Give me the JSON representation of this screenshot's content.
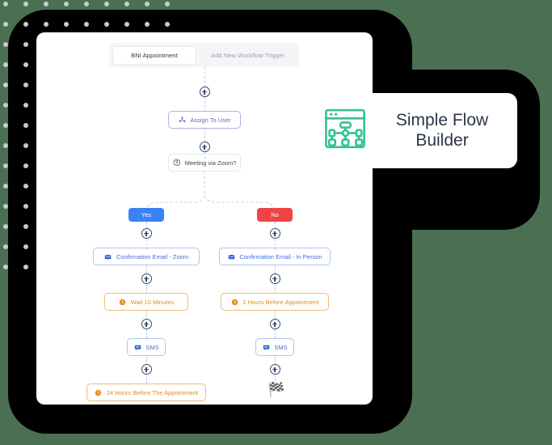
{
  "colors": {
    "background": "#4a7051",
    "frame": "#000000",
    "canvas": "#ffffff",
    "accent_green": "#35c196",
    "yes_blue": "#3b82f6",
    "no_red": "#ef4444",
    "purple": "#7b55cf",
    "orange": "#e08a1e",
    "email_blue": "#3f6fd8",
    "dot_grey": "#c6ccd2",
    "title_navy": "#2b3648"
  },
  "trigger_bar": {
    "tabs": [
      {
        "label": "BNI Appointment",
        "state": "active"
      },
      {
        "label": "Add New Workflow Trigger",
        "state": "inactive"
      }
    ]
  },
  "flow": {
    "nodes": [
      {
        "id": "assign-to-user",
        "label": "Assign To User",
        "icon": "user-assign-icon",
        "style": "purple"
      },
      {
        "id": "meeting-via-zoom",
        "label": "Meeting via Zoom?",
        "icon": "question-icon",
        "style": "neutral"
      },
      {
        "id": "branch-yes",
        "label": "Yes",
        "icon": "",
        "style": "yes"
      },
      {
        "id": "branch-no",
        "label": "No",
        "icon": "",
        "style": "no"
      },
      {
        "id": "email-zoom",
        "label": "Confirmation Email - Zoom",
        "icon": "mail-icon",
        "style": "blue"
      },
      {
        "id": "email-in-person",
        "label": "Confirmation Email - In Person",
        "icon": "mail-icon",
        "style": "blue"
      },
      {
        "id": "wait-10-minutes",
        "label": "Wait 10 Minutes",
        "icon": "clock-icon",
        "style": "orange"
      },
      {
        "id": "two-hours-before",
        "label": "2 Hours Before Appointment",
        "icon": "clock-icon",
        "style": "orange"
      },
      {
        "id": "sms-left",
        "label": "SMS",
        "icon": "chat-icon",
        "style": "blue"
      },
      {
        "id": "sms-right",
        "label": "SMS",
        "icon": "chat-icon",
        "style": "blue"
      },
      {
        "id": "twentyfour-hours-before",
        "label": "24 Hours Before The Appointment",
        "icon": "clock-icon",
        "style": "orange"
      },
      {
        "id": "finish",
        "label": "🏁",
        "icon": "checkered-flag-icon",
        "style": "flag"
      }
    ]
  },
  "flow_builder_card": {
    "title": "Simple Flow\nBuilder",
    "title_line1": "Simple Flow",
    "title_line2": "Builder",
    "icon": "flow-builder-icon"
  }
}
